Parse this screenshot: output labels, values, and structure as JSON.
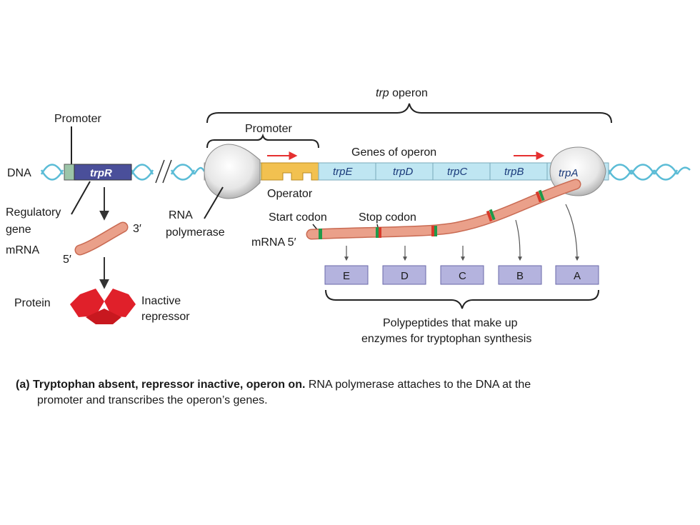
{
  "labels": {
    "trp_italic": "trp",
    "operon_word": "operon",
    "promoter_left": "Promoter",
    "promoter_operon": "Promoter",
    "genes_of_operon": "Genes of operon",
    "dna": "DNA",
    "trpR": "trpR",
    "operator": "Operator",
    "regulatory_gene_1": "Regulatory",
    "regulatory_gene_2": "gene",
    "mrna_left": "mRNA",
    "three_prime": "3′",
    "five_prime": "5′",
    "rna_pol_1": "RNA",
    "rna_pol_2": "polymerase",
    "start_codon": "Start codon",
    "stop_codon": "Stop codon",
    "mrna_5": "mRNA 5′",
    "protein": "Protein",
    "inactive_1": "Inactive",
    "inactive_2": "repressor",
    "polypeptides_1": "Polypeptides that make up",
    "polypeptides_2": "enzymes for tryptophan synthesis"
  },
  "genes": [
    "trpE",
    "trpD",
    "trpC",
    "trpB",
    "trpA"
  ],
  "polypeptides": [
    "E",
    "D",
    "C",
    "B",
    "A"
  ],
  "caption": {
    "bold": "(a) Tryptophan absent, repressor inactive, operon on.",
    "text1": " RNA polymerase attaches to the DNA at the",
    "text2": "promoter and transcribes the operon’s genes."
  },
  "colors": {
    "dna_helix": "#5bbcd6",
    "trpR_box": "#4a4f9a",
    "gene_box": "#bfe6f2",
    "operator": "#f2c150",
    "mrna": "#eaa08a",
    "codon_green": "#1f9a4a",
    "codon_red": "#d83a2a",
    "polypeptide_box": "#b4b3de",
    "repressor": "#e0202a",
    "arrow_red": "#e53030"
  }
}
